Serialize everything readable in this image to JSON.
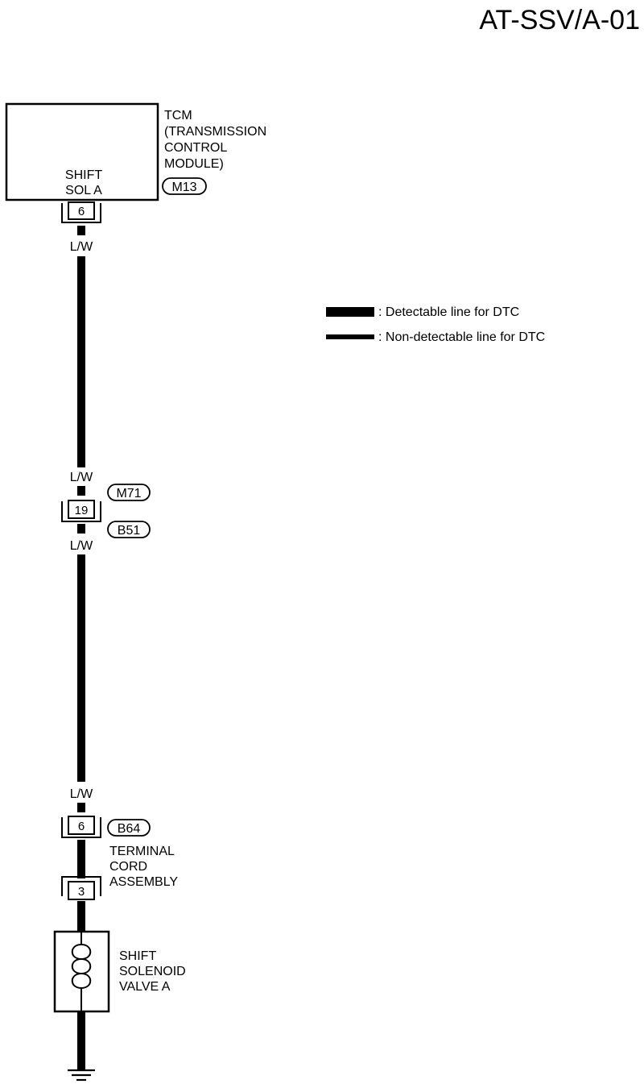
{
  "title": "AT-SSV/A-01",
  "tcm": {
    "name_lines": [
      "TCM",
      "(TRANSMISSION",
      "CONTROL",
      "MODULE)"
    ],
    "connector": "M13",
    "terminal_label_lines": [
      "SHIFT",
      "SOL A"
    ],
    "pin": "6"
  },
  "legend": {
    "detectable": ": Detectable line for DTC",
    "non_detectable": ": Non-detectable line for DTC"
  },
  "wires": {
    "w1_top": "L/W",
    "w1_bottom": "L/W",
    "w2_top": "L/W",
    "w2_bottom": "L/W"
  },
  "joint_connector": {
    "pin": "19",
    "upper_connector": "M71",
    "lower_connector": "B51"
  },
  "terminal_cord": {
    "upper_pin": "6",
    "connector": "B64",
    "name_lines": [
      "TERMINAL",
      "CORD",
      "ASSEMBLY"
    ],
    "lower_pin": "3"
  },
  "solenoid": {
    "name_lines": [
      "SHIFT",
      "SOLENOID",
      "VALVE A"
    ]
  }
}
